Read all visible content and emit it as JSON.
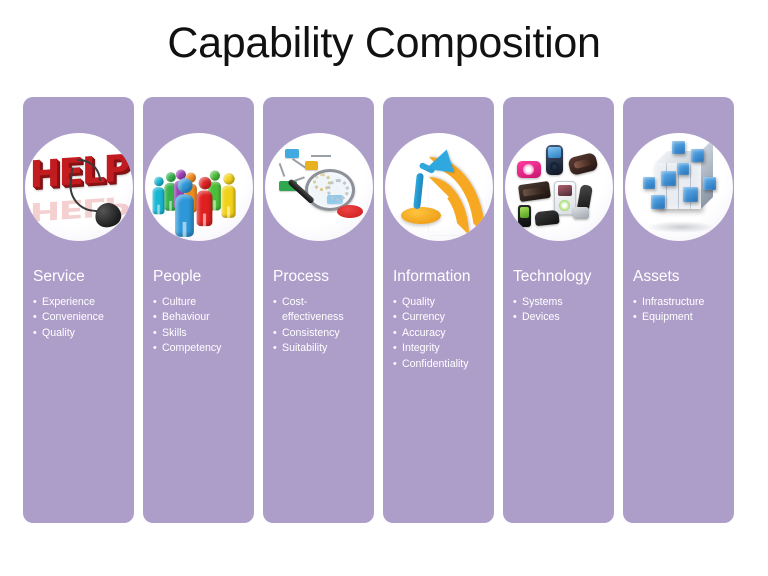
{
  "slide": {
    "title": "Capability Composition",
    "background_color": "#ffffff",
    "pillar_color": "#ad9ec9",
    "text_color": "#ffffff"
  },
  "pillars": [
    {
      "label": "Service",
      "icon": "help-mouse-image",
      "icon_text": "HELP",
      "bullets": [
        "Experience",
        "Convenience",
        "Quality"
      ]
    },
    {
      "label": "People",
      "icon": "crowd-figures-image",
      "bullets": [
        "Culture",
        "Behaviour",
        "Skills",
        "Competency"
      ]
    },
    {
      "label": "Process",
      "icon": "magnifier-flowchart-image",
      "bullets": [
        "Cost-effectiveness",
        "Consistency",
        "Suitability"
      ]
    },
    {
      "label": "Information",
      "icon": "megaphone-rss-image",
      "bullets": [
        "Quality",
        "Currency",
        "Accuracy",
        "Integrity",
        "Confidentiality"
      ]
    },
    {
      "label": "Technology",
      "icon": "electronic-devices-image",
      "bullets": [
        "Systems",
        "Devices"
      ]
    },
    {
      "label": "Assets",
      "icon": "blue-cube-blocks-image",
      "bullets": [
        "Infrastructure",
        "Equipment"
      ]
    }
  ]
}
